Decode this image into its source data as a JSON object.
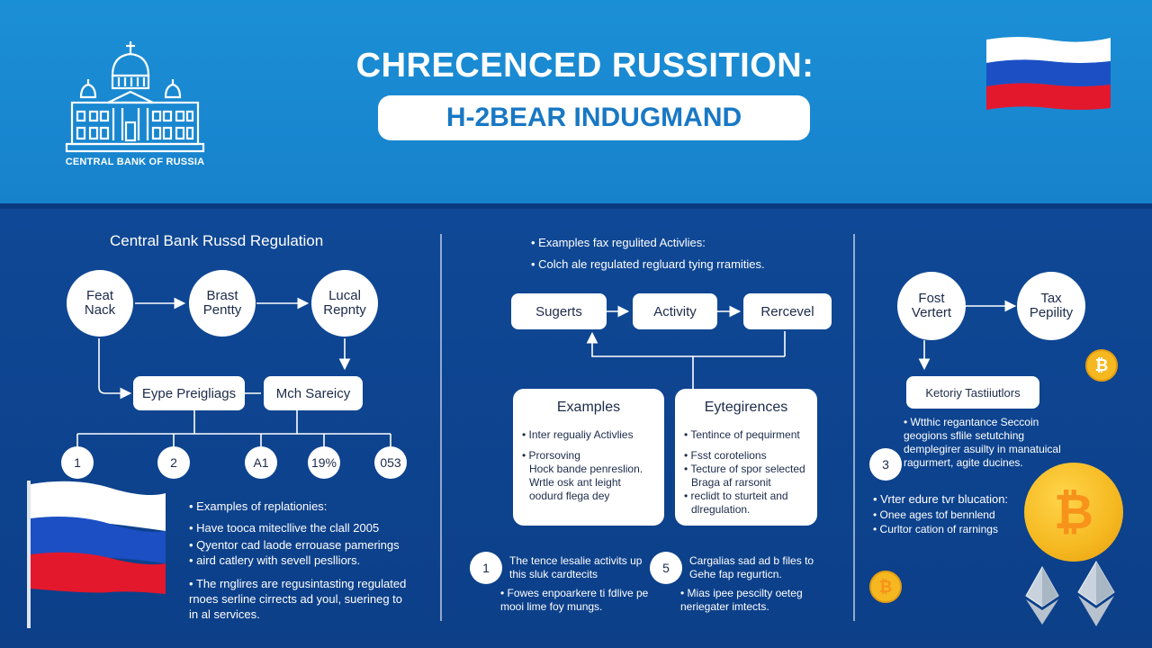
{
  "header": {
    "bank_name": "CENTRAL BANK OF RUSSIA",
    "title": "CHRECENCED RUSSITION:",
    "subtitle": "H-2BEAR INDUGMAND"
  },
  "colors": {
    "header_blue": "#1782cc",
    "panel_navy": "#0d3f86",
    "flag_white": "#ffffff",
    "flag_blue": "#1c4fc4",
    "flag_red": "#e3182d",
    "coin_gold": "#f5b820"
  },
  "left": {
    "heading": "Central Bank Russd Regulation",
    "circles": [
      "Feat Nack",
      "Brast Pentty",
      "Lucal Repnty"
    ],
    "boxes": [
      "Eype Preigliags",
      "Mch Sareicy"
    ],
    "numbers": [
      "1",
      "2",
      "A1",
      "19%",
      "053"
    ],
    "examples_heading": "Examples of replationies:",
    "examples": [
      "Have tooca mitecllive the clall 2005",
      "Qyentor cad laode errouase pamerings",
      "aird catlery with sevell peslliors."
    ],
    "note": "The rnglires are regusintasting regulated rnoes serline cirrects ad youl, suerineg to in al services."
  },
  "middle": {
    "bullets": [
      "Examples fax regulited Activlies:",
      "Colch ale regulated regluard tying rramities."
    ],
    "flow": [
      "Sugerts",
      "Activity",
      "Rercevel"
    ],
    "card_examples": {
      "title": "Examples",
      "lines": [
        "Inter regualiy Activlies",
        "Prorsoving",
        "Hock bande penreslion.",
        "Wrtle osk ant leight",
        "oodurd flega dey"
      ]
    },
    "card_requirements": {
      "title": "Eytegirences",
      "lines": [
        "Tentince of pequirment",
        "Fsst corotelions",
        "Tecture of spor selected",
        "Braga af rarsonit",
        "reclidt to sturteit and",
        "dlregulation."
      ]
    },
    "notes": [
      {
        "num": "1",
        "text": "The tence lesalie activits up this sluk cardtecits",
        "sub": "Fowes enpoarkere ti fdlive pe mooi lime foy mungs."
      },
      {
        "num": "5",
        "text": "Cargalias sad ad b files to Gehe fap regurticn.",
        "sub": "Mias ipee pescilty oeteg neriegater imtects."
      }
    ]
  },
  "right": {
    "circles": [
      "Fost Vertert",
      "Tax Pepility"
    ],
    "box": "Ketoriy Tastiiutlors",
    "num": "3",
    "bullets": [
      "Wtthic regantance Seccoin geogions sflile setutching demplegirer asuilty in manatuical ragurmert, agite ducines."
    ],
    "list_heading": "Vrter edure tvr blucation:",
    "list": [
      "Onee ages tof bennlend",
      "Curltor cation of rarnings"
    ]
  }
}
